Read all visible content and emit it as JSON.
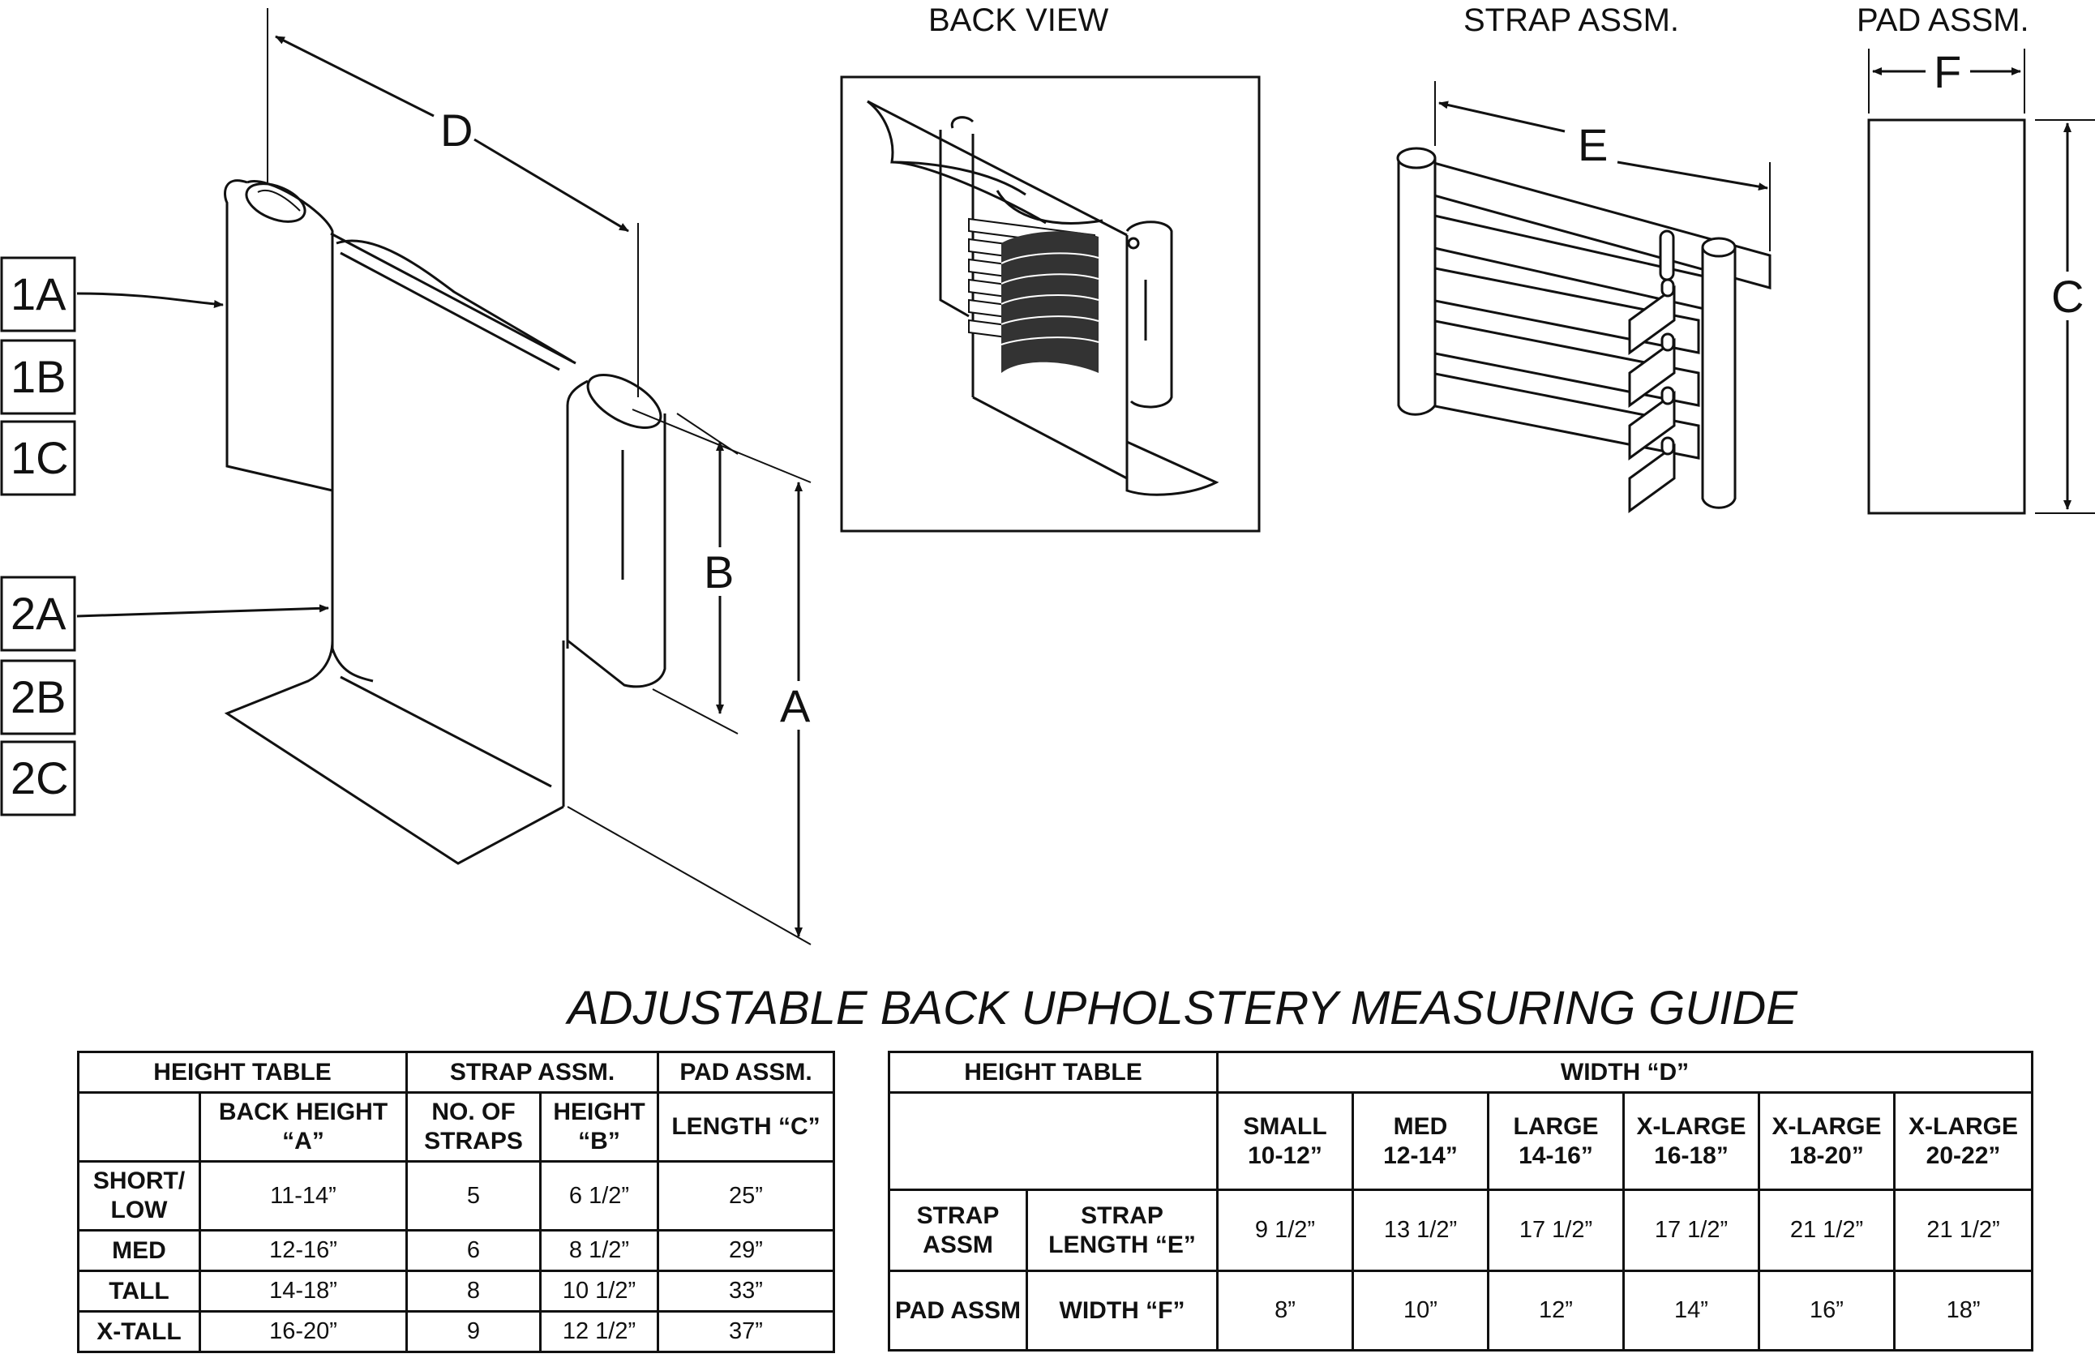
{
  "views": {
    "back_view": "BACK VIEW",
    "strap_assm": "STRAP ASSM.",
    "pad_assm": "PAD ASSM."
  },
  "dimensions": {
    "a": "A",
    "b": "B",
    "c": "C",
    "d": "D",
    "e": "E",
    "f": "F"
  },
  "codes": [
    "1A",
    "1B",
    "1C",
    "2A",
    "2B",
    "2C"
  ],
  "guide_title": "ADJUSTABLE BACK UPHOLSTERY MEASURING GUIDE",
  "height_table": {
    "group_height": "HEIGHT TABLE",
    "group_strap": "STRAP ASSM.",
    "group_pad": "PAD ASSM.",
    "col_back_height": "BACK HEIGHT “A”",
    "col_no_straps": "NO. OF STRAPS",
    "col_height_b": "HEIGHT “B”",
    "col_length_c": "LENGTH “C”",
    "rows": [
      {
        "size": "SHORT/ LOW",
        "back_height": "11-14”",
        "straps": "5",
        "height": "6 1/2”",
        "length": "25”"
      },
      {
        "size": "MED",
        "back_height": "12-16”",
        "straps": "6",
        "height": "8 1/2”",
        "length": "29”"
      },
      {
        "size": "TALL",
        "back_height": "14-18”",
        "straps": "8",
        "height": "10 1/2”",
        "length": "33”"
      },
      {
        "size": "X-TALL",
        "back_height": "16-20”",
        "straps": "9",
        "height": "12 1/2”",
        "length": "37”"
      }
    ]
  },
  "width_table": {
    "group_height": "HEIGHT TABLE",
    "group_width": "WIDTH “D”",
    "sizes": [
      {
        "name": "SMALL",
        "range": "10-12”"
      },
      {
        "name": "MED",
        "range": "12-14”"
      },
      {
        "name": "LARGE",
        "range": "14-16”"
      },
      {
        "name": "X-LARGE",
        "range": "16-18”"
      },
      {
        "name": "X-LARGE",
        "range": "18-20”"
      },
      {
        "name": "X-LARGE",
        "range": "20-22”"
      }
    ],
    "rows": [
      {
        "group": "STRAP ASSM",
        "label": "STRAP LENGTH “E”",
        "values": [
          "9 1/2”",
          "13 1/2”",
          "17 1/2”",
          "17 1/2”",
          "21 1/2”",
          "21 1/2”"
        ]
      },
      {
        "group": "PAD ASSM",
        "label": "WIDTH “F”",
        "values": [
          "8”",
          "10”",
          "12”",
          "14”",
          "16”",
          "18”"
        ]
      }
    ]
  }
}
